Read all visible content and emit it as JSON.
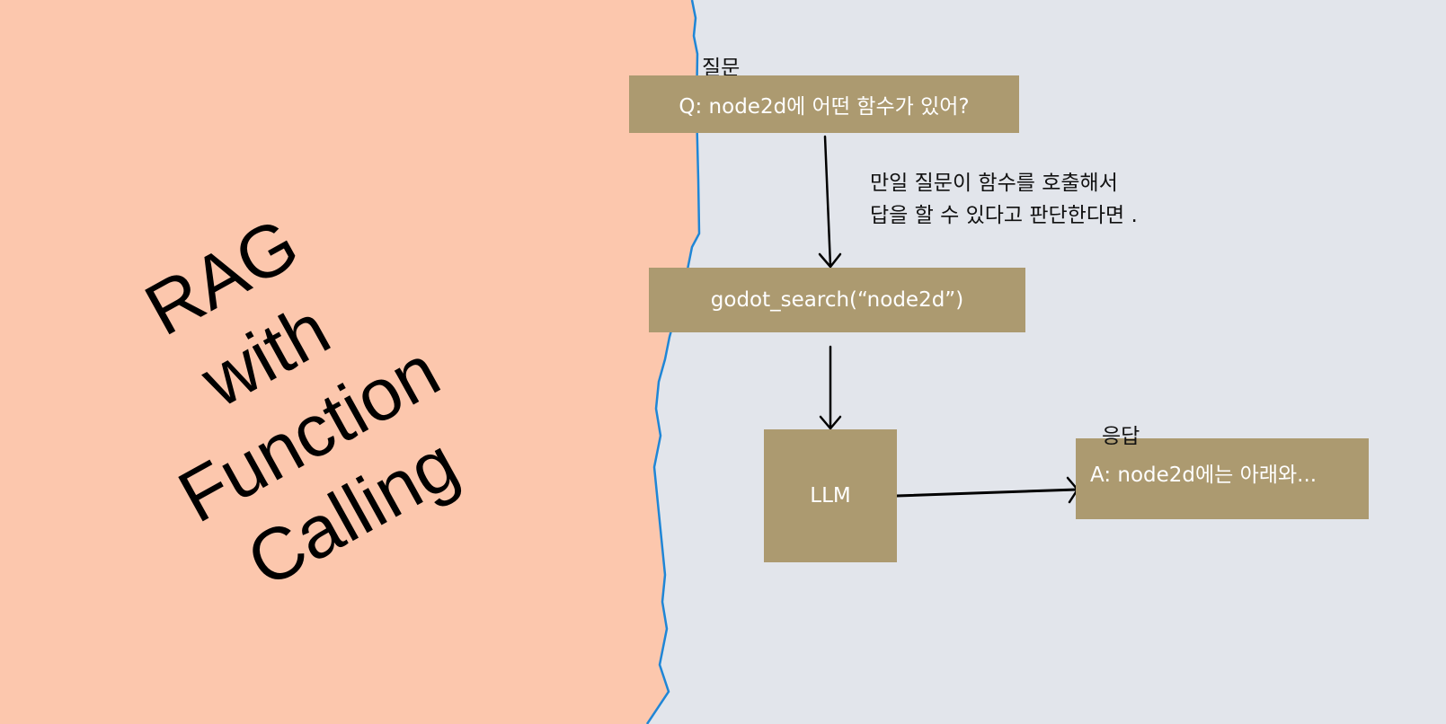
{
  "colors": {
    "left_bg": "#fcc7ad",
    "right_bg": "#e2e5eb",
    "box": "#ac9a70",
    "edge": "#1f86d6"
  },
  "title": [
    "RAG",
    "with",
    "Function",
    "Calling"
  ],
  "question": {
    "label": "질문",
    "text": "Q: node2d에 어떤 함수가 있어?"
  },
  "condition": {
    "line1": "만일 질문이 함수를 호출해서",
    "line2": "답을 할 수 있다고 판단한다면 ."
  },
  "function_call": {
    "text": "godot_search(“node2d”)"
  },
  "llm": {
    "text": "LLM"
  },
  "answer": {
    "label": "응답",
    "text": "A: node2d에는 아래와..."
  }
}
